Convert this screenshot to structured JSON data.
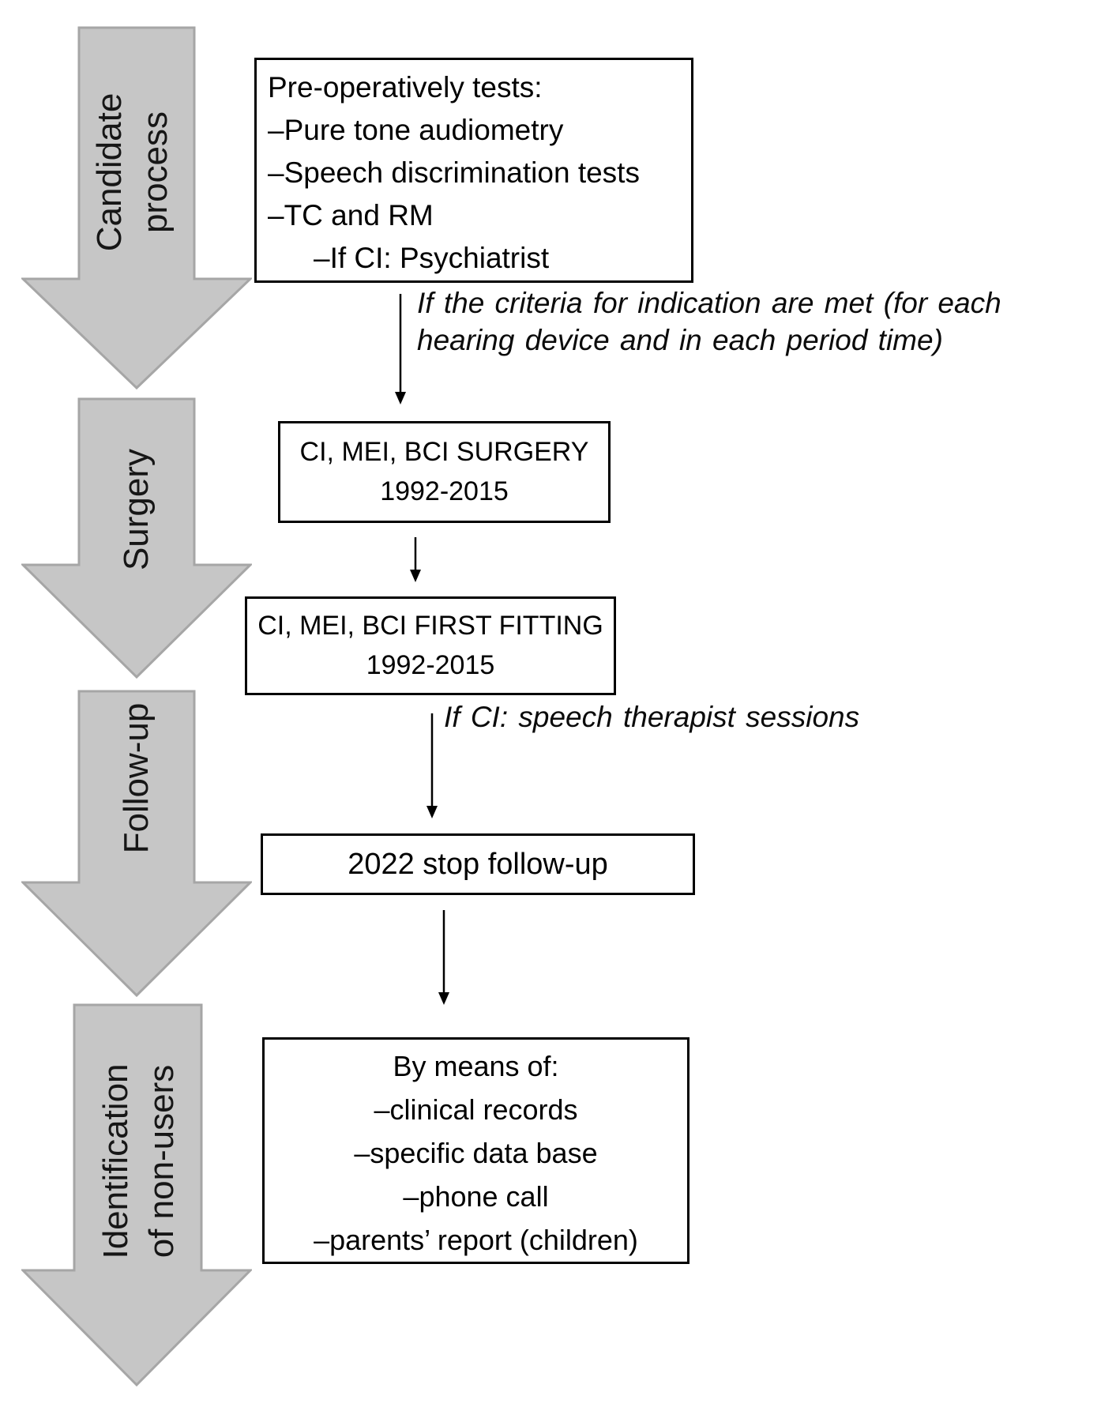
{
  "stages": [
    {
      "label_lines": [
        "Candidate",
        "process"
      ]
    },
    {
      "label_lines": [
        "Surgery"
      ]
    },
    {
      "label_lines": [
        "Follow-up"
      ]
    },
    {
      "label_lines": [
        "Identification",
        "of non-users"
      ]
    }
  ],
  "boxes": {
    "preop": {
      "lines": [
        "Pre-operatively tests:",
        "–Pure tone audiometry",
        "–Speech discrimination tests",
        "–TC and RM",
        "–If CI: Psychiatrist"
      ]
    },
    "surgery": {
      "lines": [
        "CI, MEI, BCI SURGERY",
        "1992-2015"
      ]
    },
    "first_fitting": {
      "lines": [
        "CI, MEI, BCI FIRST FITTING",
        "1992-2015"
      ]
    },
    "stop_followup": {
      "lines": [
        "2022 stop follow-up"
      ]
    },
    "by_means": {
      "lines": [
        "By means of:",
        "–clinical records",
        "–specific data base",
        "–phone call",
        "–parents’ report (children)"
      ]
    }
  },
  "annotations": {
    "criteria": {
      "lines": [
        "If the criteria for indication are met (for each",
        "hearing device and in each period time)"
      ]
    },
    "speech": {
      "lines": [
        "If CI: speech therapist sessions"
      ]
    }
  },
  "colors": {
    "arrow_fill": "#c6c6c6",
    "arrow_stroke": "#a6a6a6",
    "box_border": "#000000",
    "connector": "#000000",
    "text": "#000000",
    "background": "#ffffff"
  }
}
